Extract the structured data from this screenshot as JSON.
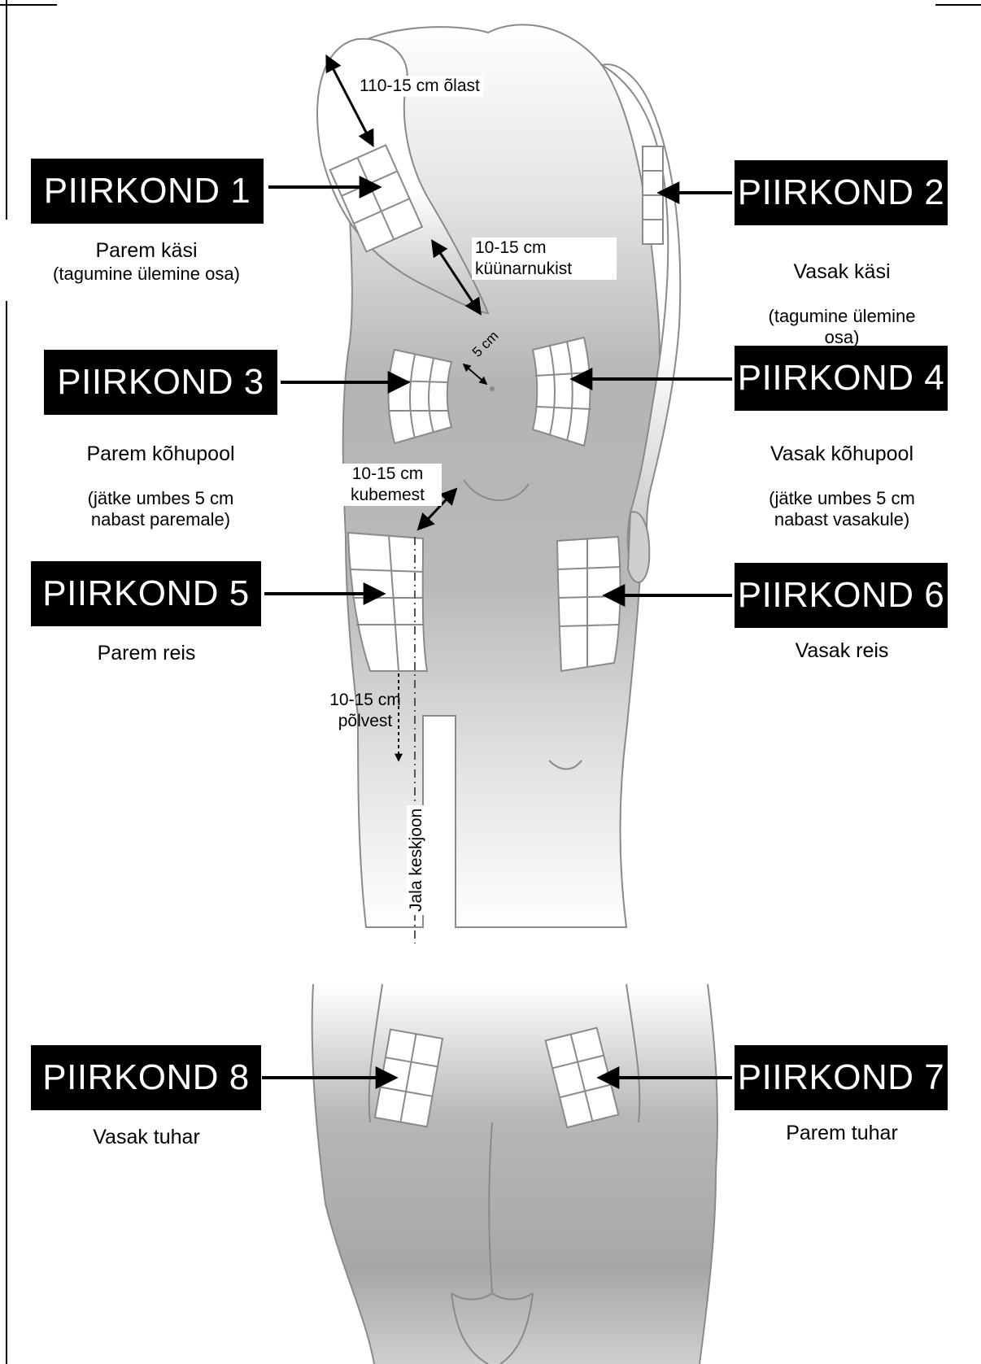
{
  "zones": [
    {
      "id": 1,
      "label": "PIIRKOND 1",
      "caption": "Parem käsi",
      "caption_detail": "(tagumine ülemine osa)"
    },
    {
      "id": 2,
      "label": "PIIRKOND 2",
      "caption": "Vasak käsi",
      "caption_detail": "(tagumine ülemine\nosa)"
    },
    {
      "id": 3,
      "label": "PIIRKOND 3",
      "caption": "Parem kõhupool",
      "caption_detail": "(jätke umbes 5 cm\nnabast paremale)"
    },
    {
      "id": 4,
      "label": "PIIRKOND 4",
      "caption": "Vasak kõhupool",
      "caption_detail": "(jätke umbes 5 cm\nnabast vasakule)"
    },
    {
      "id": 5,
      "label": "PIIRKOND 5",
      "caption": "Parem reis",
      "caption_detail": ""
    },
    {
      "id": 6,
      "label": "PIIRKOND 6",
      "caption": "Vasak reis",
      "caption_detail": ""
    },
    {
      "id": 7,
      "label": "PIIRKOND 7",
      "caption": "Parem tuhar",
      "caption_detail": ""
    },
    {
      "id": 8,
      "label": "PIIRKOND 8",
      "caption": "Vasak tuhar",
      "caption_detail": ""
    }
  ],
  "measurements": {
    "shoulder": "110-15 cm õlast",
    "elbow": "10-15 cm\nküünarnukist",
    "navel": "5 cm",
    "groin": "10-15 cm\nkubemest",
    "knee": "10-15 cm\npõlvest",
    "leg_midline": "Jala keskjoon"
  },
  "colors": {
    "label_bg": "#000000",
    "label_text": "#ffffff",
    "body_shade": "#a9a9a9",
    "outline": "#8a8a8a",
    "patch": "#ffffff"
  }
}
